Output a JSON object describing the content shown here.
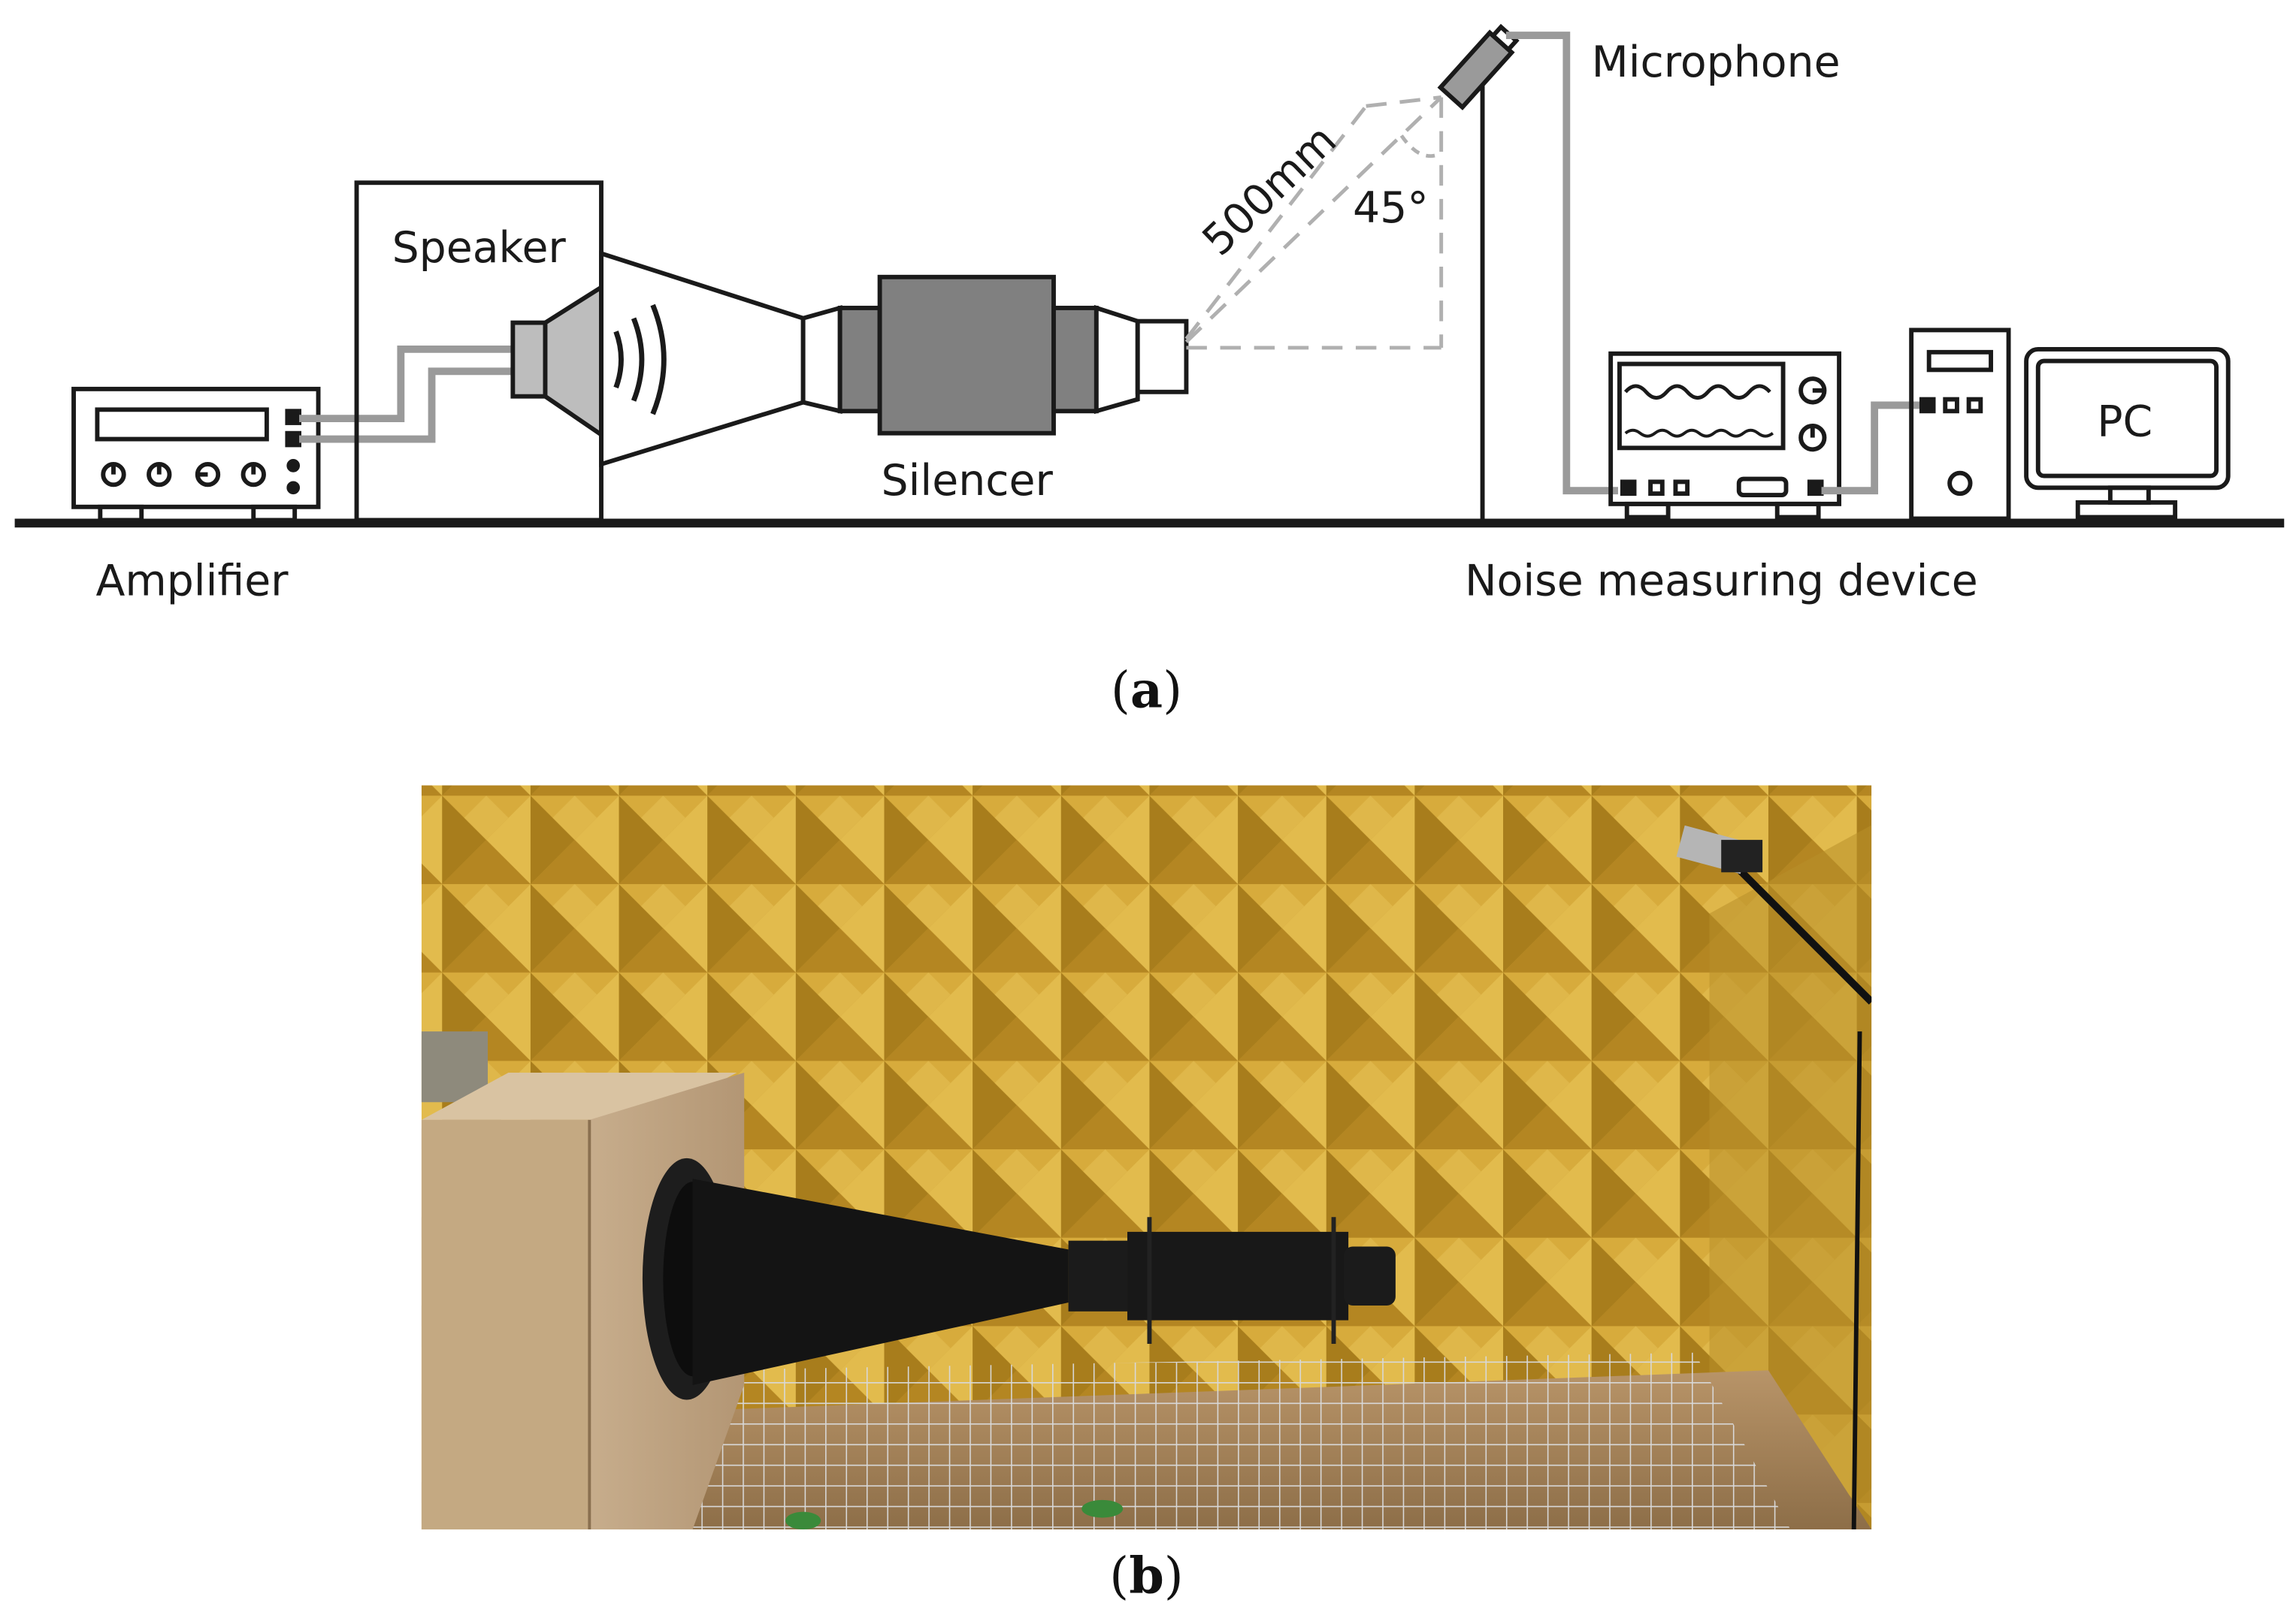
{
  "panel_a": {
    "labels": {
      "speaker": "Speaker",
      "microphone": "Microphone",
      "distance": "500mm",
      "angle": "45°",
      "silencer": "Silencer",
      "pc": "PC",
      "amplifier": "Amplifier",
      "noise_device": "Noise measuring device"
    },
    "caption_letter": "a"
  },
  "panel_b": {
    "caption_letter": "b"
  },
  "colors": {
    "line": "#1a1a1a",
    "cable": "#9a9a9a",
    "silencer_body": "#808080",
    "speaker_cone": "#bdbdbd",
    "dash": "#b0b0b0",
    "foam": "#c99d2c",
    "foam_light": "#e0b94a",
    "foam_dark": "#9c7418",
    "horn": "#141414",
    "plywood": "#c7ad8c"
  }
}
